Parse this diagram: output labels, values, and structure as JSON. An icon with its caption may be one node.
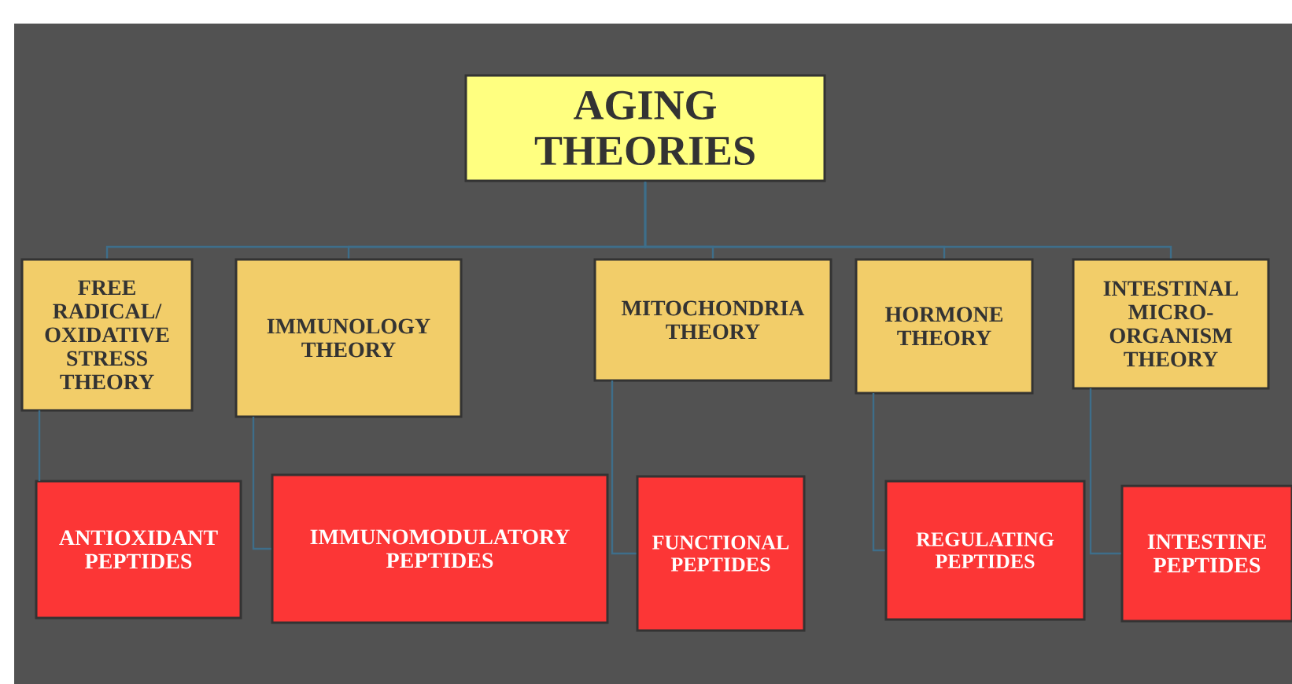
{
  "diagram": {
    "nodes": [
      {
        "text": [
          "AGING THEORIES"
        ]
      },
      {
        "text": [
          "FREE RADICAL/ OXIDATIVE STRESS THEORY"
        ]
      },
      {
        "text": [
          "IMMUNOLOGY THEORY"
        ]
      },
      {
        "text": [
          "MITOCHONDRIA THEORY"
        ]
      },
      {
        "text": [
          "HORMONE THEORY"
        ]
      },
      {
        "text": [
          "INTESTINAL MICRO-ORGANISM THEORY"
        ]
      },
      {
        "text": [
          "ANTIOXIDANT PEPTIDES"
        ]
      },
      {
        "text": [
          "IMMUNOMODULATORY PEPTIDES"
        ]
      },
      {
        "text": [
          "FUNCTIONAL PEPTIDES"
        ]
      },
      {
        "text": [
          "REGULATING PEPTIDES"
        ]
      },
      {
        "text": [
          "INTESTINE PEPTIDES"
        ]
      }
    ],
    "edges": [
      {
        "from": 0,
        "to": 1,
        "arrow": "none"
      },
      {
        "from": 0,
        "to": 2,
        "arrow": "none"
      },
      {
        "from": 0,
        "to": 3,
        "arrow": "none"
      },
      {
        "from": 0,
        "to": 4,
        "arrow": "none"
      },
      {
        "from": 0,
        "to": 5,
        "arrow": "none"
      },
      {
        "from": 1,
        "to": 6,
        "arrow": "none"
      },
      {
        "from": 2,
        "to": 7,
        "arrow": "none"
      },
      {
        "from": 3,
        "to": 8,
        "arrow": "none"
      },
      {
        "from": 4,
        "to": 9,
        "arrow": "none"
      },
      {
        "from": 5,
        "to": 10,
        "arrow": "none"
      }
    ]
  }
}
